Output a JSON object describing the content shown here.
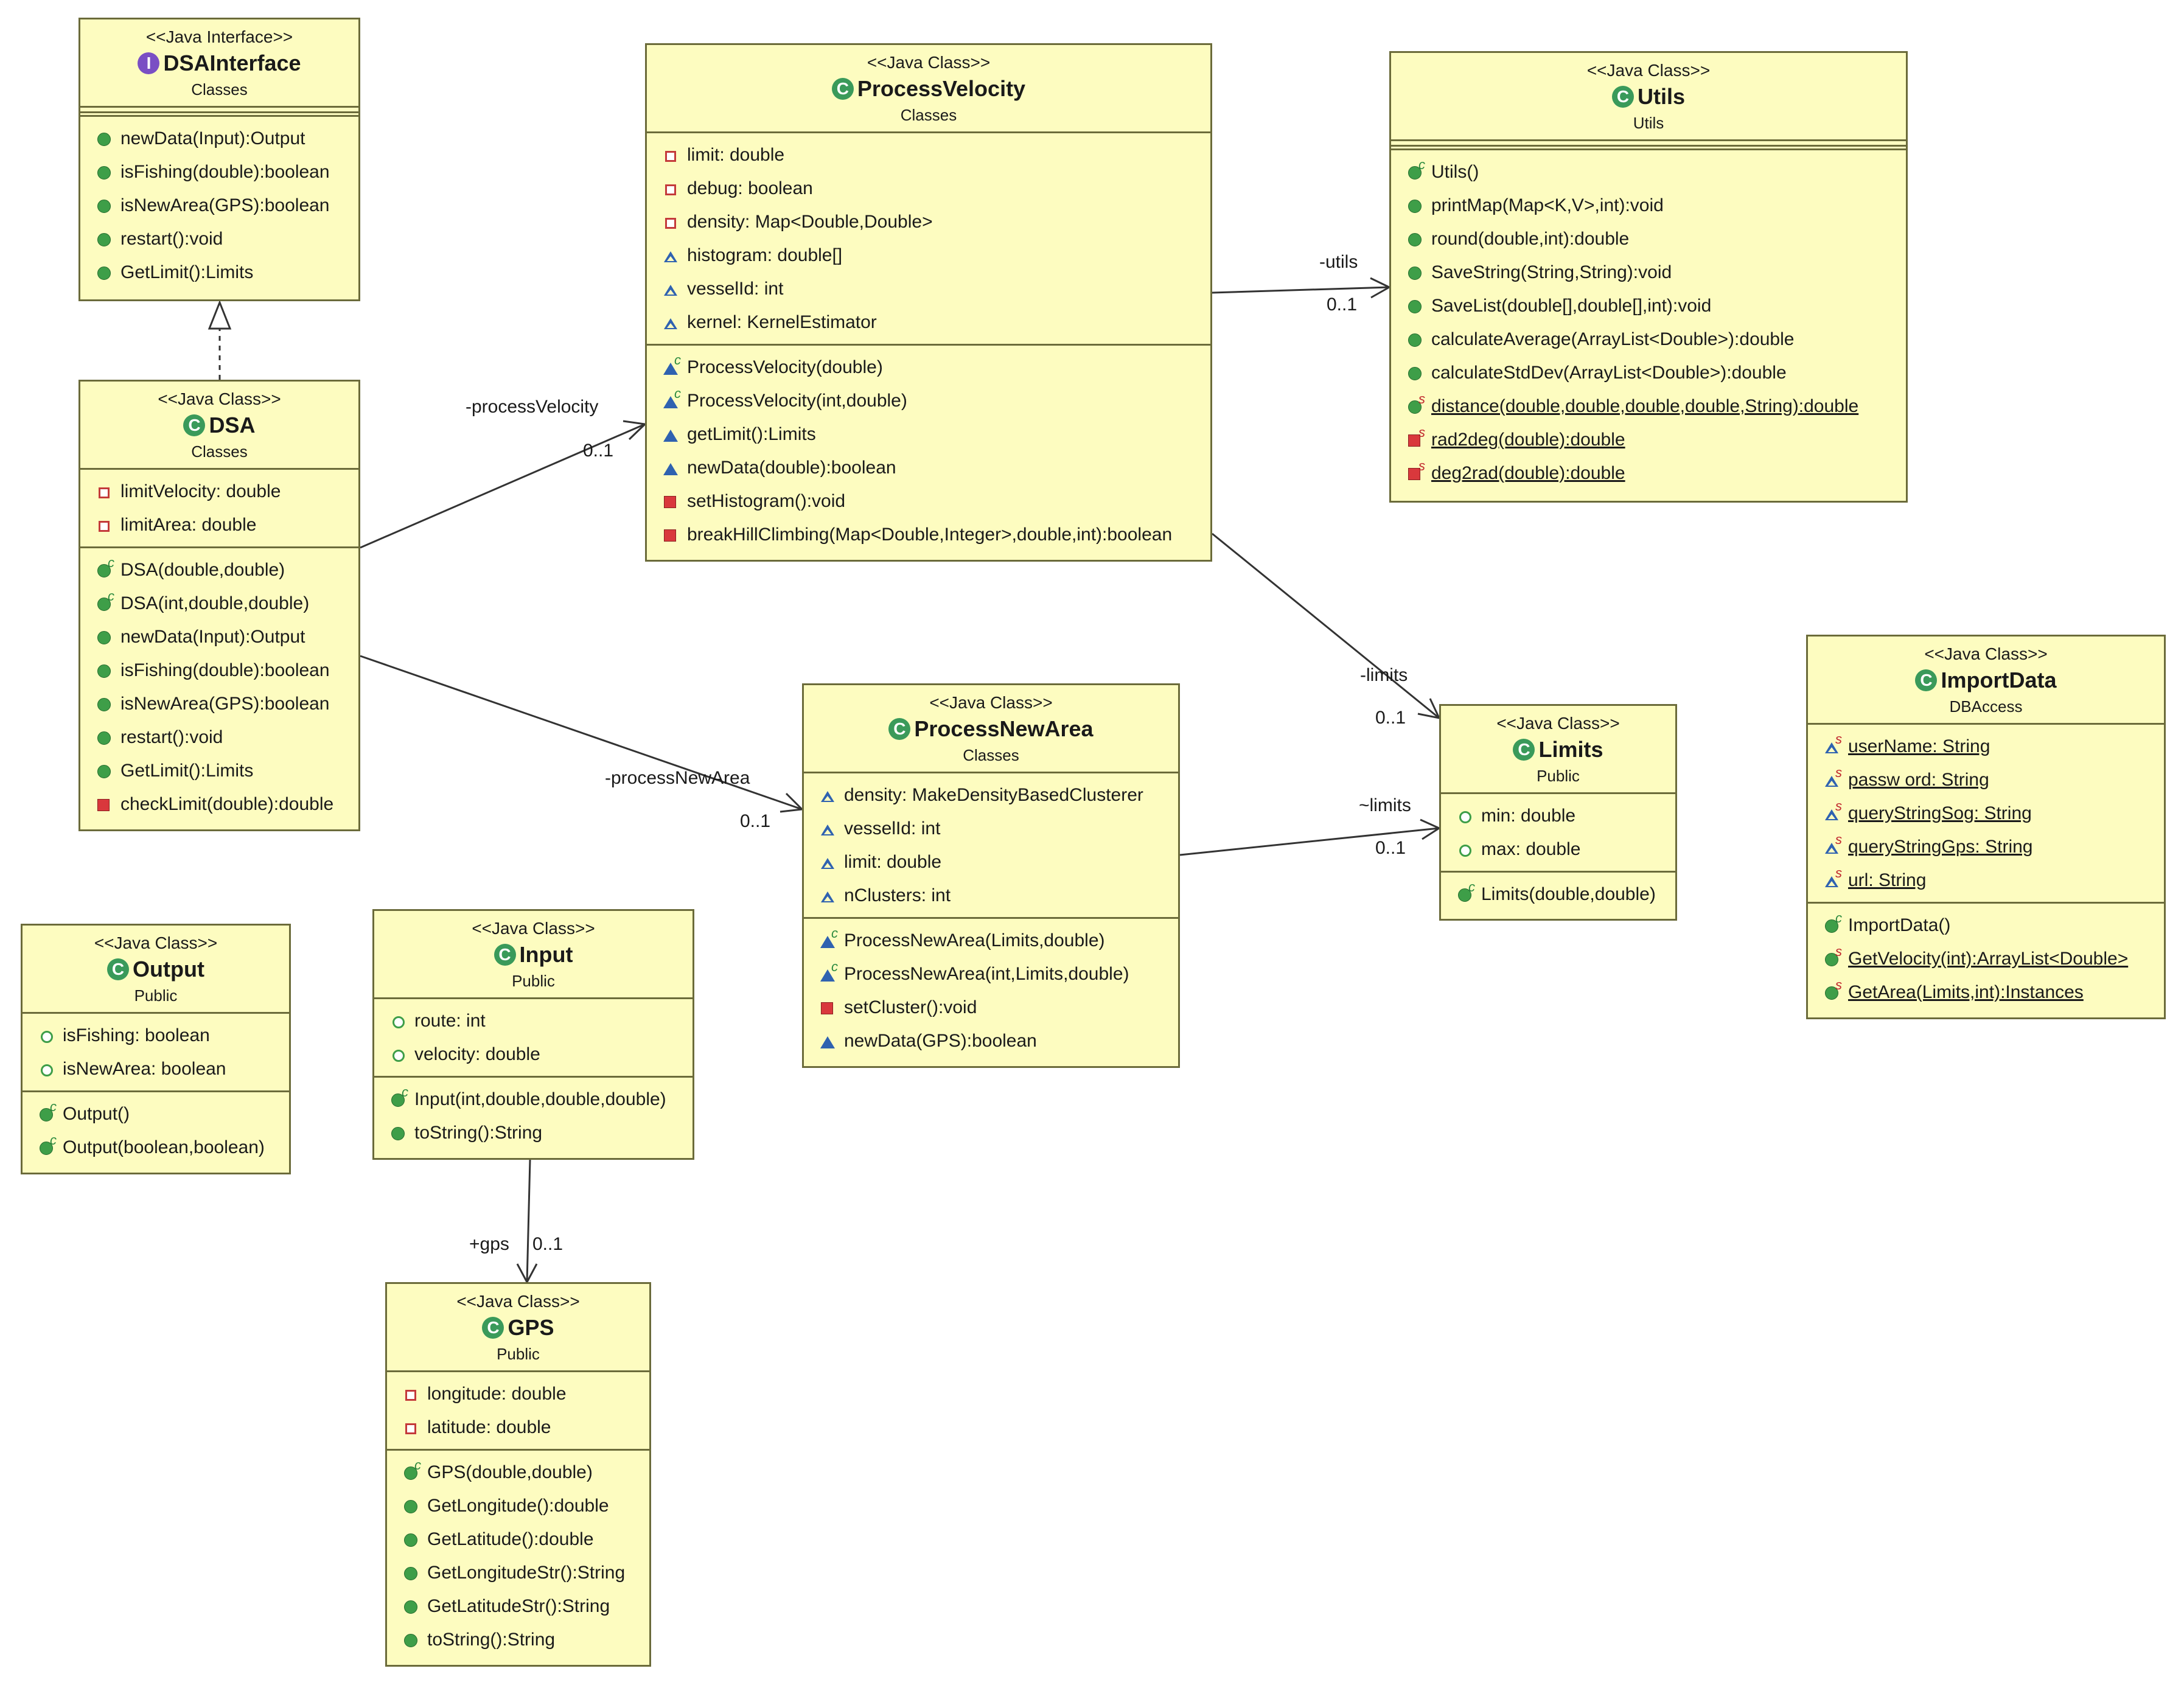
{
  "labels": {
    "processVelocity_role": "-processVelocity",
    "processVelocity_mult": "0..1",
    "processNewArea_role": "-processNewArea",
    "processNewArea_mult": "0..1",
    "utils_role": "-utils",
    "utils_mult": "0..1",
    "limits1_role": "-limits",
    "limits1_mult": "0..1",
    "limits2_role": "~limits",
    "limits2_mult": "0..1",
    "gps_role": "+gps",
    "gps_mult": "0..1"
  },
  "classes": {
    "dsainterface": {
      "stereotype": "<<Java Interface>>",
      "name": "DSAInterface",
      "package": "Classes",
      "badge": "I",
      "attrs": [],
      "ops": [
        {
          "icon": "pub",
          "text": "newData(Input):Output"
        },
        {
          "icon": "pub",
          "text": "isFishing(double):boolean"
        },
        {
          "icon": "pub",
          "text": "isNewArea(GPS):boolean"
        },
        {
          "icon": "pub",
          "text": "restart():void"
        },
        {
          "icon": "pub",
          "text": "GetLimit():Limits"
        }
      ]
    },
    "dsa": {
      "stereotype": "<<Java Class>>",
      "name": "DSA",
      "package": "Classes",
      "badge": "C",
      "attrs": [
        {
          "icon": "priv",
          "text": "limitVelocity: double"
        },
        {
          "icon": "priv",
          "text": "limitArea: double"
        }
      ],
      "ops": [
        {
          "icon": "ctor",
          "text": "DSA(double,double)"
        },
        {
          "icon": "ctor",
          "text": "DSA(int,double,double)"
        },
        {
          "icon": "pub",
          "text": "newData(Input):Output"
        },
        {
          "icon": "pub",
          "text": "isFishing(double):boolean"
        },
        {
          "icon": "pub",
          "text": "isNewArea(GPS):boolean"
        },
        {
          "icon": "pub",
          "text": "restart():void"
        },
        {
          "icon": "pub",
          "text": "GetLimit():Limits"
        },
        {
          "icon": "privf",
          "text": "checkLimit(double):double"
        }
      ]
    },
    "processvelocity": {
      "stereotype": "<<Java Class>>",
      "name": "ProcessVelocity",
      "package": "Classes",
      "badge": "C",
      "attrs": [
        {
          "icon": "priv",
          "text": "limit: double"
        },
        {
          "icon": "priv",
          "text": "debug: boolean"
        },
        {
          "icon": "priv",
          "text": "density: Map<Double,Double>"
        },
        {
          "icon": "pkgo",
          "text": "histogram: double[]"
        },
        {
          "icon": "pkgo",
          "text": "vesselId: int"
        },
        {
          "icon": "pkgo",
          "text": "kernel: KernelEstimator"
        }
      ],
      "ops": [
        {
          "icon": "pkgctor",
          "text": "ProcessVelocity(double)"
        },
        {
          "icon": "pkgctor",
          "text": "ProcessVelocity(int,double)"
        },
        {
          "icon": "pkgf",
          "text": "getLimit():Limits"
        },
        {
          "icon": "pkgf",
          "text": "newData(double):boolean"
        },
        {
          "icon": "privf",
          "text": "setHistogram():void"
        },
        {
          "icon": "privf",
          "text": "breakHillClimbing(Map<Double,Integer>,double,int):boolean"
        }
      ]
    },
    "utils": {
      "stereotype": "<<Java Class>>",
      "name": "Utils",
      "package": "Utils",
      "badge": "C",
      "attrs": [],
      "ops": [
        {
          "icon": "ctor",
          "text": "Utils()"
        },
        {
          "icon": "pub",
          "text": "printMap(Map<K,V>,int):void"
        },
        {
          "icon": "pub",
          "text": "round(double,int):double"
        },
        {
          "icon": "pub",
          "text": "SaveString(String,String):void"
        },
        {
          "icon": "pub",
          "text": "SaveList(double[],double[],int):void"
        },
        {
          "icon": "pub",
          "text": "calculateAverage(ArrayList<Double>):double"
        },
        {
          "icon": "pub",
          "text": "calculateStdDev(ArrayList<Double>):double"
        },
        {
          "icon": "static",
          "text": "distance(double,double,double,double,String):double",
          "underline": true
        },
        {
          "icon": "privstatic",
          "text": "rad2deg(double):double",
          "underline": true
        },
        {
          "icon": "privstatic",
          "text": "deg2rad(double):double",
          "underline": true
        }
      ]
    },
    "processnewarea": {
      "stereotype": "<<Java Class>>",
      "name": "ProcessNewArea",
      "package": "Classes",
      "badge": "C",
      "attrs": [
        {
          "icon": "pkgo",
          "text": "density: MakeDensityBasedClusterer"
        },
        {
          "icon": "pkgo",
          "text": "vesselId: int"
        },
        {
          "icon": "pkgo",
          "text": "limit: double"
        },
        {
          "icon": "pkgo",
          "text": "nClusters: int"
        }
      ],
      "ops": [
        {
          "icon": "pkgctor",
          "text": "ProcessNewArea(Limits,double)"
        },
        {
          "icon": "pkgctor",
          "text": "ProcessNewArea(int,Limits,double)"
        },
        {
          "icon": "privf",
          "text": "setCluster():void"
        },
        {
          "icon": "pkgf",
          "text": "newData(GPS):boolean"
        }
      ]
    },
    "limits": {
      "stereotype": "<<Java Class>>",
      "name": "Limits",
      "package": "Public",
      "badge": "C",
      "attrs": [
        {
          "icon": "pubo",
          "text": "min: double"
        },
        {
          "icon": "pubo",
          "text": "max: double"
        }
      ],
      "ops": [
        {
          "icon": "ctor",
          "text": "Limits(double,double)"
        }
      ]
    },
    "importdata": {
      "stereotype": "<<Java Class>>",
      "name": "ImportData",
      "package": "DBAccess",
      "badge": "C",
      "attrs": [
        {
          "icon": "pkgstatic",
          "text": "userName: String",
          "underline": true
        },
        {
          "icon": "pkgstatic",
          "text": "passw ord: String",
          "underline": true
        },
        {
          "icon": "pkgstatic",
          "text": "queryStringSog: String",
          "underline": true
        },
        {
          "icon": "pkgstatic",
          "text": "queryStringGps: String",
          "underline": true
        },
        {
          "icon": "pkgstatic",
          "text": "url: String",
          "underline": true
        }
      ],
      "ops": [
        {
          "icon": "ctor",
          "text": "ImportData()"
        },
        {
          "icon": "static",
          "text": "GetVelocity(int):ArrayList<Double>",
          "underline": true
        },
        {
          "icon": "static",
          "text": "GetArea(Limits,int):Instances",
          "underline": true
        }
      ]
    },
    "output": {
      "stereotype": "<<Java Class>>",
      "name": "Output",
      "package": "Public",
      "badge": "C",
      "attrs": [
        {
          "icon": "pubo",
          "text": "isFishing: boolean"
        },
        {
          "icon": "pubo",
          "text": "isNewArea: boolean"
        }
      ],
      "ops": [
        {
          "icon": "ctor",
          "text": "Output()"
        },
        {
          "icon": "ctor",
          "text": "Output(boolean,boolean)"
        }
      ]
    },
    "input": {
      "stereotype": "<<Java Class>>",
      "name": "Input",
      "package": "Public",
      "badge": "C",
      "attrs": [
        {
          "icon": "pubo",
          "text": "route: int"
        },
        {
          "icon": "pubo",
          "text": "velocity: double"
        }
      ],
      "ops": [
        {
          "icon": "ctor",
          "text": "Input(int,double,double,double)"
        },
        {
          "icon": "pub",
          "text": "toString():String"
        }
      ]
    },
    "gps": {
      "stereotype": "<<Java Class>>",
      "name": "GPS",
      "package": "Public",
      "badge": "C",
      "attrs": [
        {
          "icon": "priv",
          "text": "longitude: double"
        },
        {
          "icon": "priv",
          "text": "latitude: double"
        }
      ],
      "ops": [
        {
          "icon": "ctor",
          "text": "GPS(double,double)"
        },
        {
          "icon": "pub",
          "text": "GetLongitude():double"
        },
        {
          "icon": "pub",
          "text": "GetLatitude():double"
        },
        {
          "icon": "pub",
          "text": "GetLongitudeStr():String"
        },
        {
          "icon": "pub",
          "text": "GetLatitudeStr():String"
        },
        {
          "icon": "pub",
          "text": "toString():String"
        }
      ]
    }
  }
}
